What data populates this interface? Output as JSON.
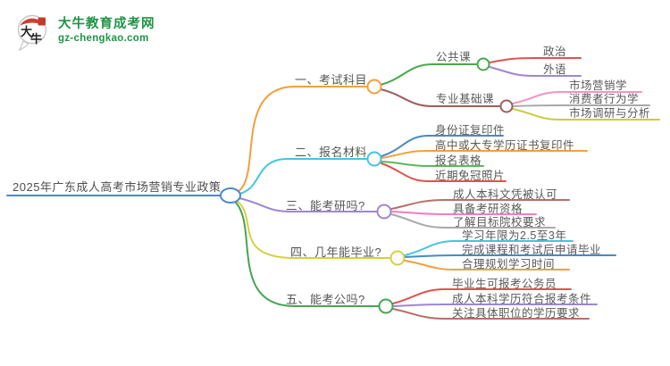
{
  "logo": {
    "site_name": "大牛教育成考网",
    "site_url": "gz-chengkao.com",
    "badge_text_top": "大",
    "badge_text_bottom": "牛",
    "brand_green": "#1f9446",
    "brand_red": "#d0402e"
  },
  "mindmap": {
    "root": {
      "label": "2025年广东成人高考市场营销专业政策",
      "color": "#4a89c7"
    },
    "branches": [
      {
        "label": "一、考试科目",
        "color": "#f2a03d",
        "children": [
          {
            "label": "公共课",
            "color": "#48a948",
            "children": [
              {
                "label": "政治",
                "color": "#dd554c"
              },
              {
                "label": "外语",
                "color": "#9f86d2"
              }
            ]
          },
          {
            "label": "专业基础课",
            "color": "#9e5f58",
            "children": [
              {
                "label": "市场营销学",
                "color": "#f193c7"
              },
              {
                "label": "消费者行为学",
                "color": "#a9a9a9"
              },
              {
                "label": "市场调研与分析",
                "color": "#c9cc3f"
              }
            ]
          }
        ]
      },
      {
        "label": "二、报名材料",
        "color": "#45c5dc",
        "children": [
          {
            "label": "身份证复印件",
            "color": "#4a89c7"
          },
          {
            "label": "高中或大专学历证书复印件",
            "color": "#f2a03d"
          },
          {
            "label": "报名表格",
            "color": "#5cb85c"
          },
          {
            "label": "近期免冠照片",
            "color": "#dd554c"
          }
        ]
      },
      {
        "label": "三、能考研吗?",
        "color": "#9f86d2",
        "children": [
          {
            "label": "成人本科文凭被认可",
            "color": "#b57068"
          },
          {
            "label": "具备考研资格",
            "color": "#f07ec2"
          },
          {
            "label": "了解目标院校要求",
            "color": "#a9a9a9"
          }
        ]
      },
      {
        "label": "四、几年能毕业?",
        "color": "#d6cf43",
        "children": [
          {
            "label": "学习年限为2.5至3年",
            "color": "#45c5dc"
          },
          {
            "label": "完成课程和考试后申请毕业",
            "color": "#4a89c7"
          },
          {
            "label": "合理规划学习时间",
            "color": "#f2a03d"
          }
        ]
      },
      {
        "label": "五、能考公吗?",
        "color": "#46a553",
        "children": [
          {
            "label": "毕业生可报考公务员",
            "color": "#e05550"
          },
          {
            "label": "成人本科学历符合报考条件",
            "color": "#9f86d2"
          },
          {
            "label": "关注具体职位的学历要求",
            "color": "#b57068"
          }
        ]
      }
    ]
  }
}
